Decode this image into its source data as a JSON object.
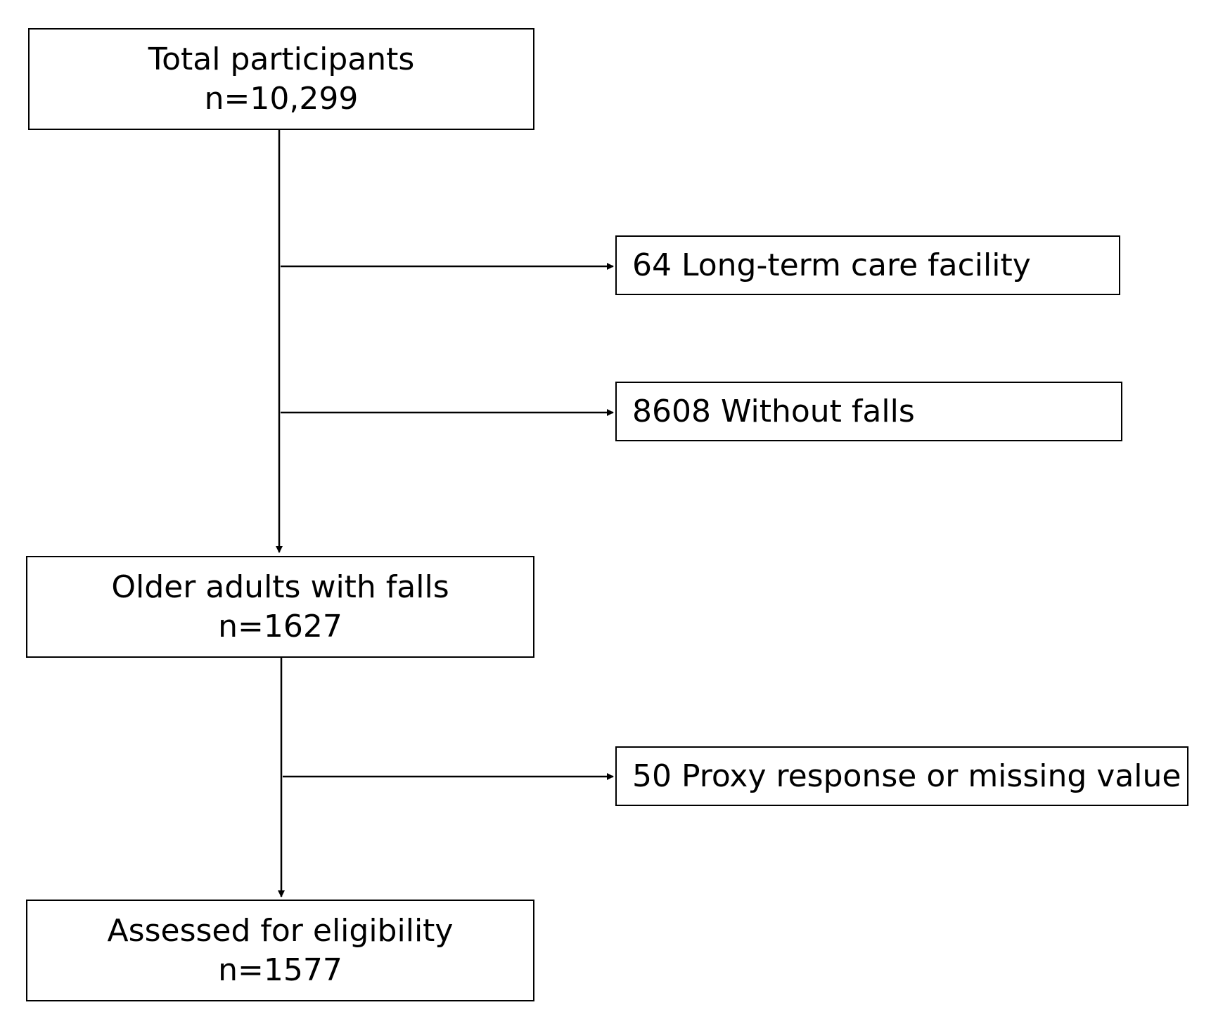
{
  "diagram": {
    "steps": [
      {
        "title": "Total participants",
        "count": "n=10,299"
      },
      {
        "title": "Older adults with falls",
        "count": "n=1627"
      },
      {
        "title": "Assessed for eligibility",
        "count": "n=1577"
      }
    ],
    "exclusions": [
      {
        "label": "64 Long-term care facility"
      },
      {
        "label": "8608 Without falls"
      },
      {
        "label": "50 Proxy response or missing value"
      }
    ]
  }
}
